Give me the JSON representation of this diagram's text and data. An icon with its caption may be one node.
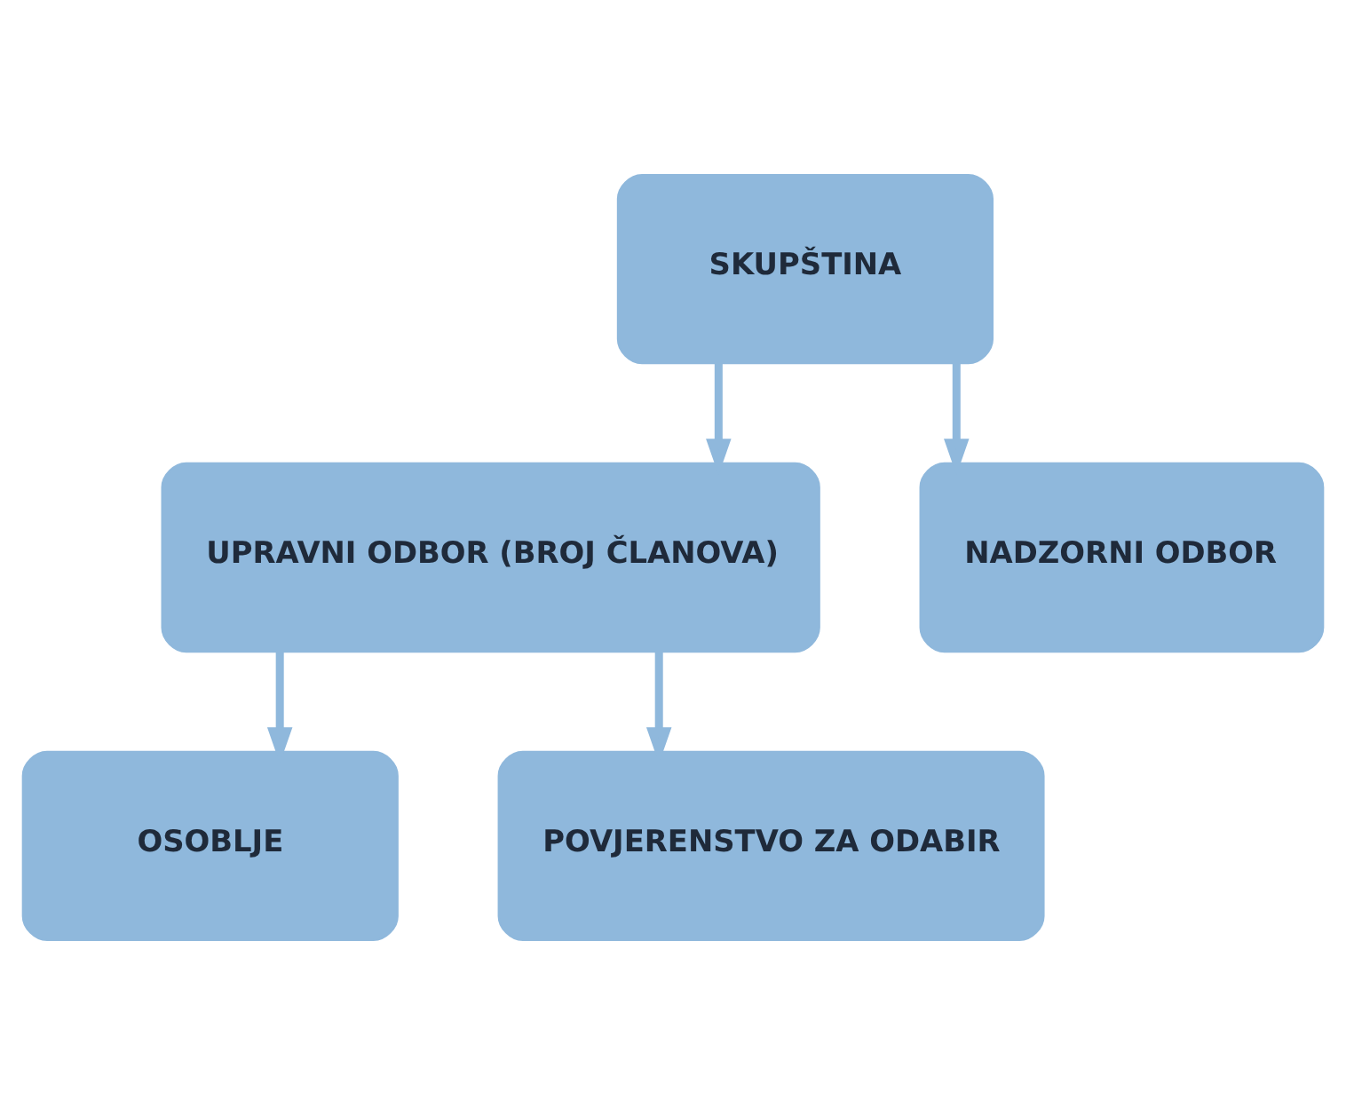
{
  "diagram": {
    "nodes": [
      {
        "text": [
          "SKUPŠTINA"
        ]
      },
      {
        "text": [
          "UPRAVNI ODBOR (BROJ ČLANOVA)"
        ]
      },
      {
        "text": [
          "NADZORNI ODBOR"
        ]
      },
      {
        "text": [
          "OSOBLJE"
        ]
      },
      {
        "text": [
          "POVJERENSTVO ZA ODABIR"
        ]
      }
    ],
    "edges": [
      {
        "from": 0,
        "to": 1,
        "arrow": "to"
      },
      {
        "from": 0,
        "to": 2,
        "arrow": "to"
      },
      {
        "from": 1,
        "to": 3,
        "arrow": "to"
      },
      {
        "from": 1,
        "to": 4,
        "arrow": "to"
      }
    ]
  }
}
